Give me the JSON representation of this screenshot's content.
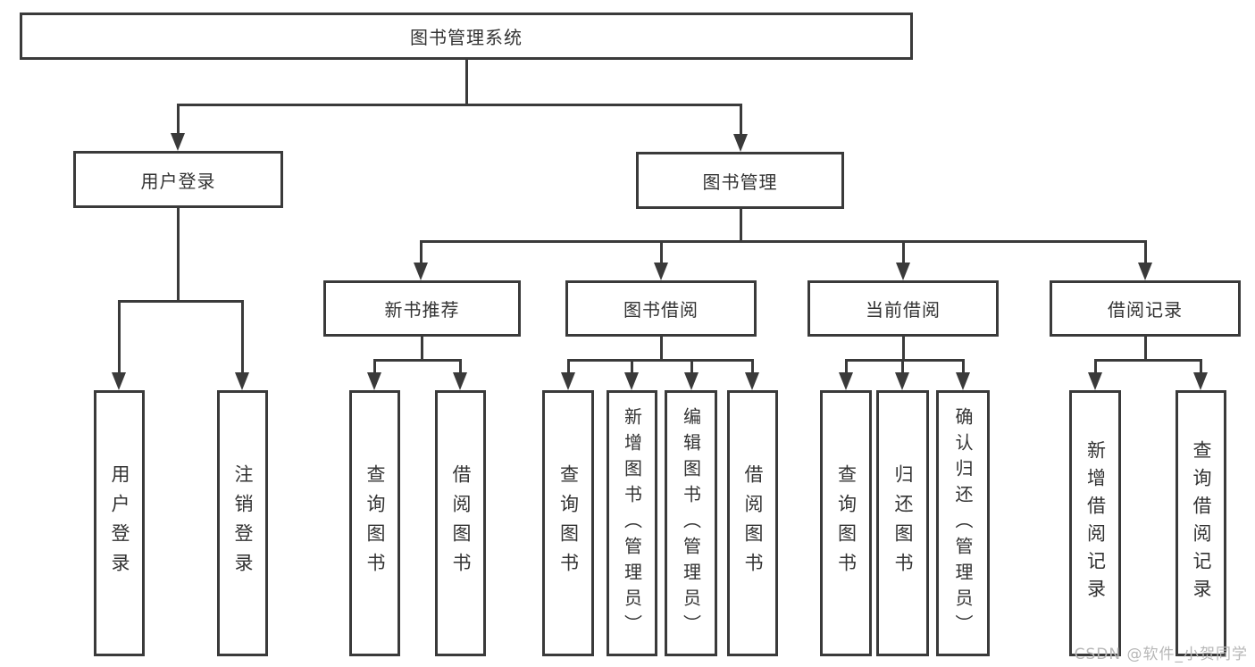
{
  "colors": {
    "line": "#3a3a3a",
    "box_border": "#3a3a3a",
    "text": "#333333",
    "watermark": "#b7b7b7",
    "background": "#ffffff"
  },
  "watermark": {
    "text": "CSDN @软件_小贺同学"
  },
  "tree": {
    "root": {
      "label": "图书管理系统"
    },
    "branches": [
      {
        "label": "用户登录",
        "children": [
          "用户登录",
          "注销登录"
        ]
      },
      {
        "label": "图书管理",
        "children": [
          {
            "label": "新书推荐",
            "children": [
              "查询图书",
              "借阅图书"
            ]
          },
          {
            "label": "图书借阅",
            "children": [
              "查询图书",
              "新增图书（管理员）",
              "编辑图书（管理员）",
              "借阅图书"
            ]
          },
          {
            "label": "当前借阅",
            "children": [
              "查询图书",
              "归还图书",
              "确认归还（管理员）"
            ]
          },
          {
            "label": "借阅记录",
            "children": [
              "新增借阅记录",
              "查询借阅记录"
            ]
          }
        ]
      }
    ]
  }
}
